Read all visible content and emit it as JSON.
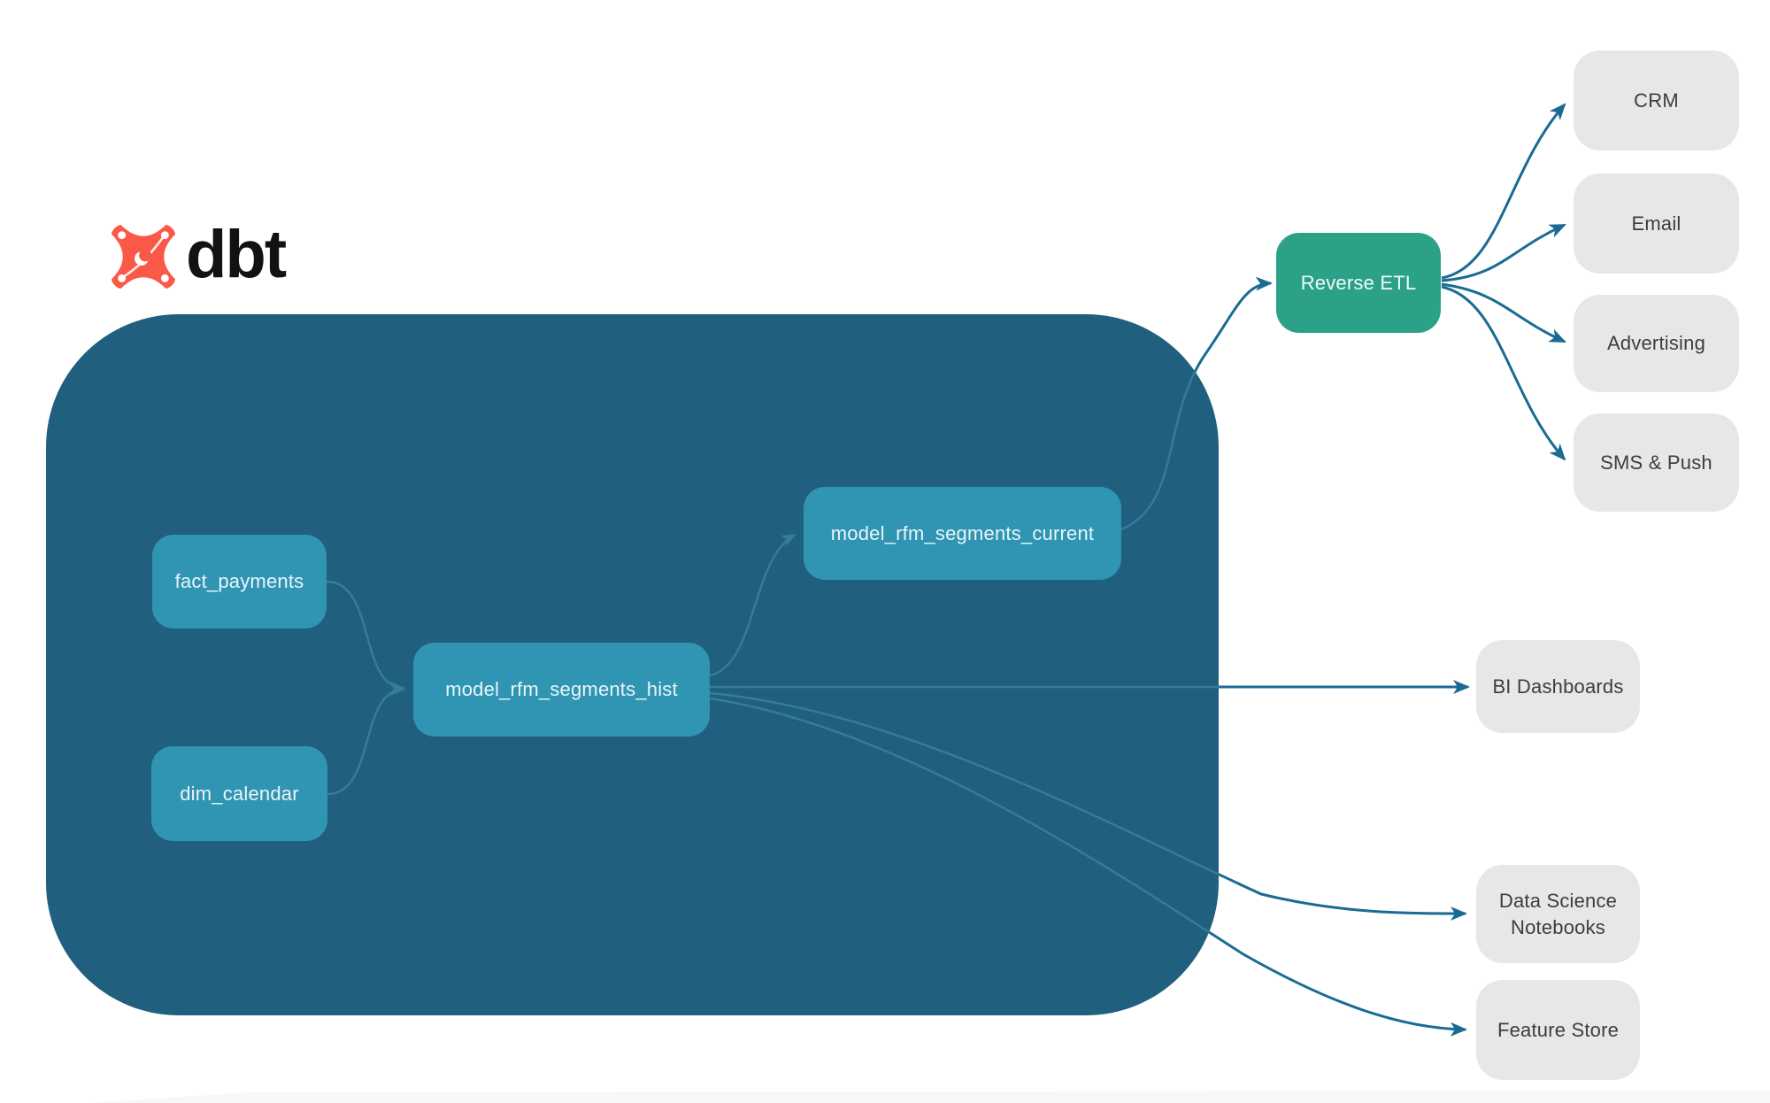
{
  "brand": {
    "name": "dbt",
    "logo_icon": "dbt-star-icon"
  },
  "colors": {
    "canvas": "#ffffff",
    "container": "#205f7e",
    "node": "#3095b3",
    "node_text": "#e9f5f9",
    "reverse_etl": "#2ba287",
    "destination": "#e7e7e7",
    "destination_text": "#3d3d3d",
    "edge": "#1a6b94",
    "edge_inside": "#347c9b",
    "logo_orange": "#fb5947",
    "logo_text": "#121212"
  },
  "nodes": {
    "fact_payments": "fact_payments",
    "dim_calendar": "dim_calendar",
    "model_rfm_segments_hist": "model_rfm_segments_hist",
    "model_rfm_segments_current": "model_rfm_segments_current",
    "reverse_etl": "Reverse ETL",
    "crm": "CRM",
    "email": "Email",
    "advertising": "Advertising",
    "sms_push": "SMS & Push",
    "bi_dashboards": "BI Dashboards",
    "data_science_notebooks": "Data Science Notebooks",
    "feature_store": "Feature Store"
  }
}
